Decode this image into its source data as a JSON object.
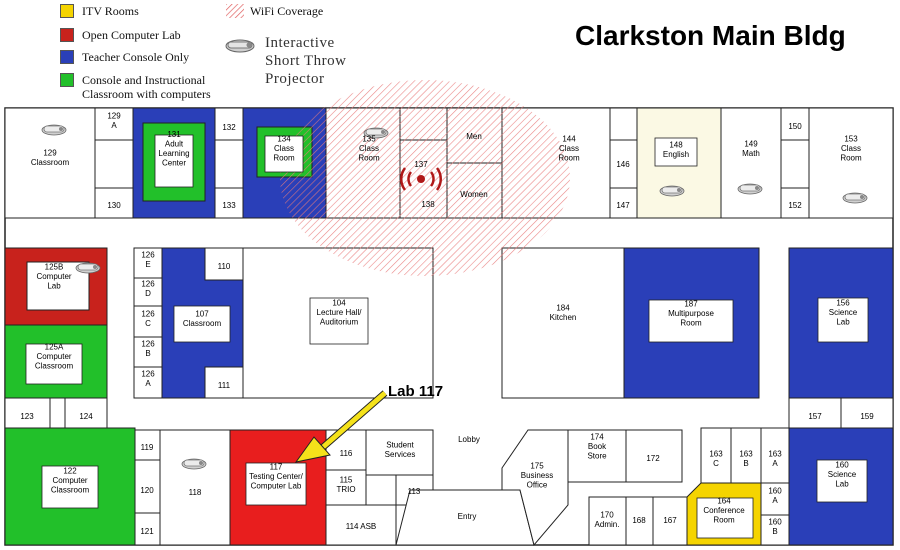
{
  "title": "Clarkston Main Bldg",
  "legend": [
    {
      "label": "ITV Rooms",
      "color": "#f5d400"
    },
    {
      "label": "Open Computer Lab",
      "color": "#c8221c"
    },
    {
      "label": "Teacher Console Only",
      "color": "#2a3fb8"
    },
    {
      "label": "Console and Instructional Classroom with computers",
      "color": "#22c02a"
    },
    {
      "label": "WiFi Coverage",
      "color": "#e06060"
    }
  ],
  "projector_label": "Interactive Short Throw Projector",
  "callout": "Lab 117",
  "rooms": {
    "r129": "129 Classroom",
    "r129a": "129 A",
    "r130": "130",
    "r131": "131 Adult Learning Center",
    "r132": "132",
    "r133": "133",
    "r134": "134 Class Room",
    "r135": "135 Class Room",
    "r137": "137",
    "r138": "138",
    "men": "Men",
    "women": "Women",
    "r144": "144 Class Room",
    "r146": "146",
    "r147": "147",
    "r148": "148 English",
    "r149": "149 Math",
    "r150": "150",
    "r152": "152",
    "r153": "153 Class Room",
    "r125b": "125B Computer Lab",
    "r125a": "125A Computer Classroom",
    "r123": "123",
    "r124": "124",
    "r126e": "126 E",
    "r126d": "126 D",
    "r126c": "126 C",
    "r126b": "126 B",
    "r126a": "126 A",
    "r110": "110",
    "r111": "111",
    "r107": "107 Classroom",
    "r104": "104 Lecture Hall/ Auditorium",
    "r184": "184 Kitchen",
    "r187": "187 Multipurpose Room",
    "r156": "156 Science Lab",
    "r157": "157",
    "r159": "159",
    "r122": "122 Computer Classroom",
    "r119": "119",
    "r120": "120",
    "r121": "121",
    "r118": "118",
    "r117": "117 Testing Center/ Computer Lab",
    "r116": "116",
    "r115": "115 TRIO",
    "r114": "114 ASB",
    "r113": "113",
    "student": "Student Services",
    "lobby": "Lobby",
    "entry": "Entry",
    "r175": "175 Business Office",
    "r174": "174 Book Store",
    "r172": "172",
    "r170": "170 Admin.",
    "r168": "168",
    "r167": "167",
    "r163c": "163 C",
    "r163b": "163 B",
    "r163a": "163 A",
    "r164": "164 Conference Room",
    "r160a": "160 A",
    "r160b": "160 B",
    "r160": "160 Science Lab"
  }
}
